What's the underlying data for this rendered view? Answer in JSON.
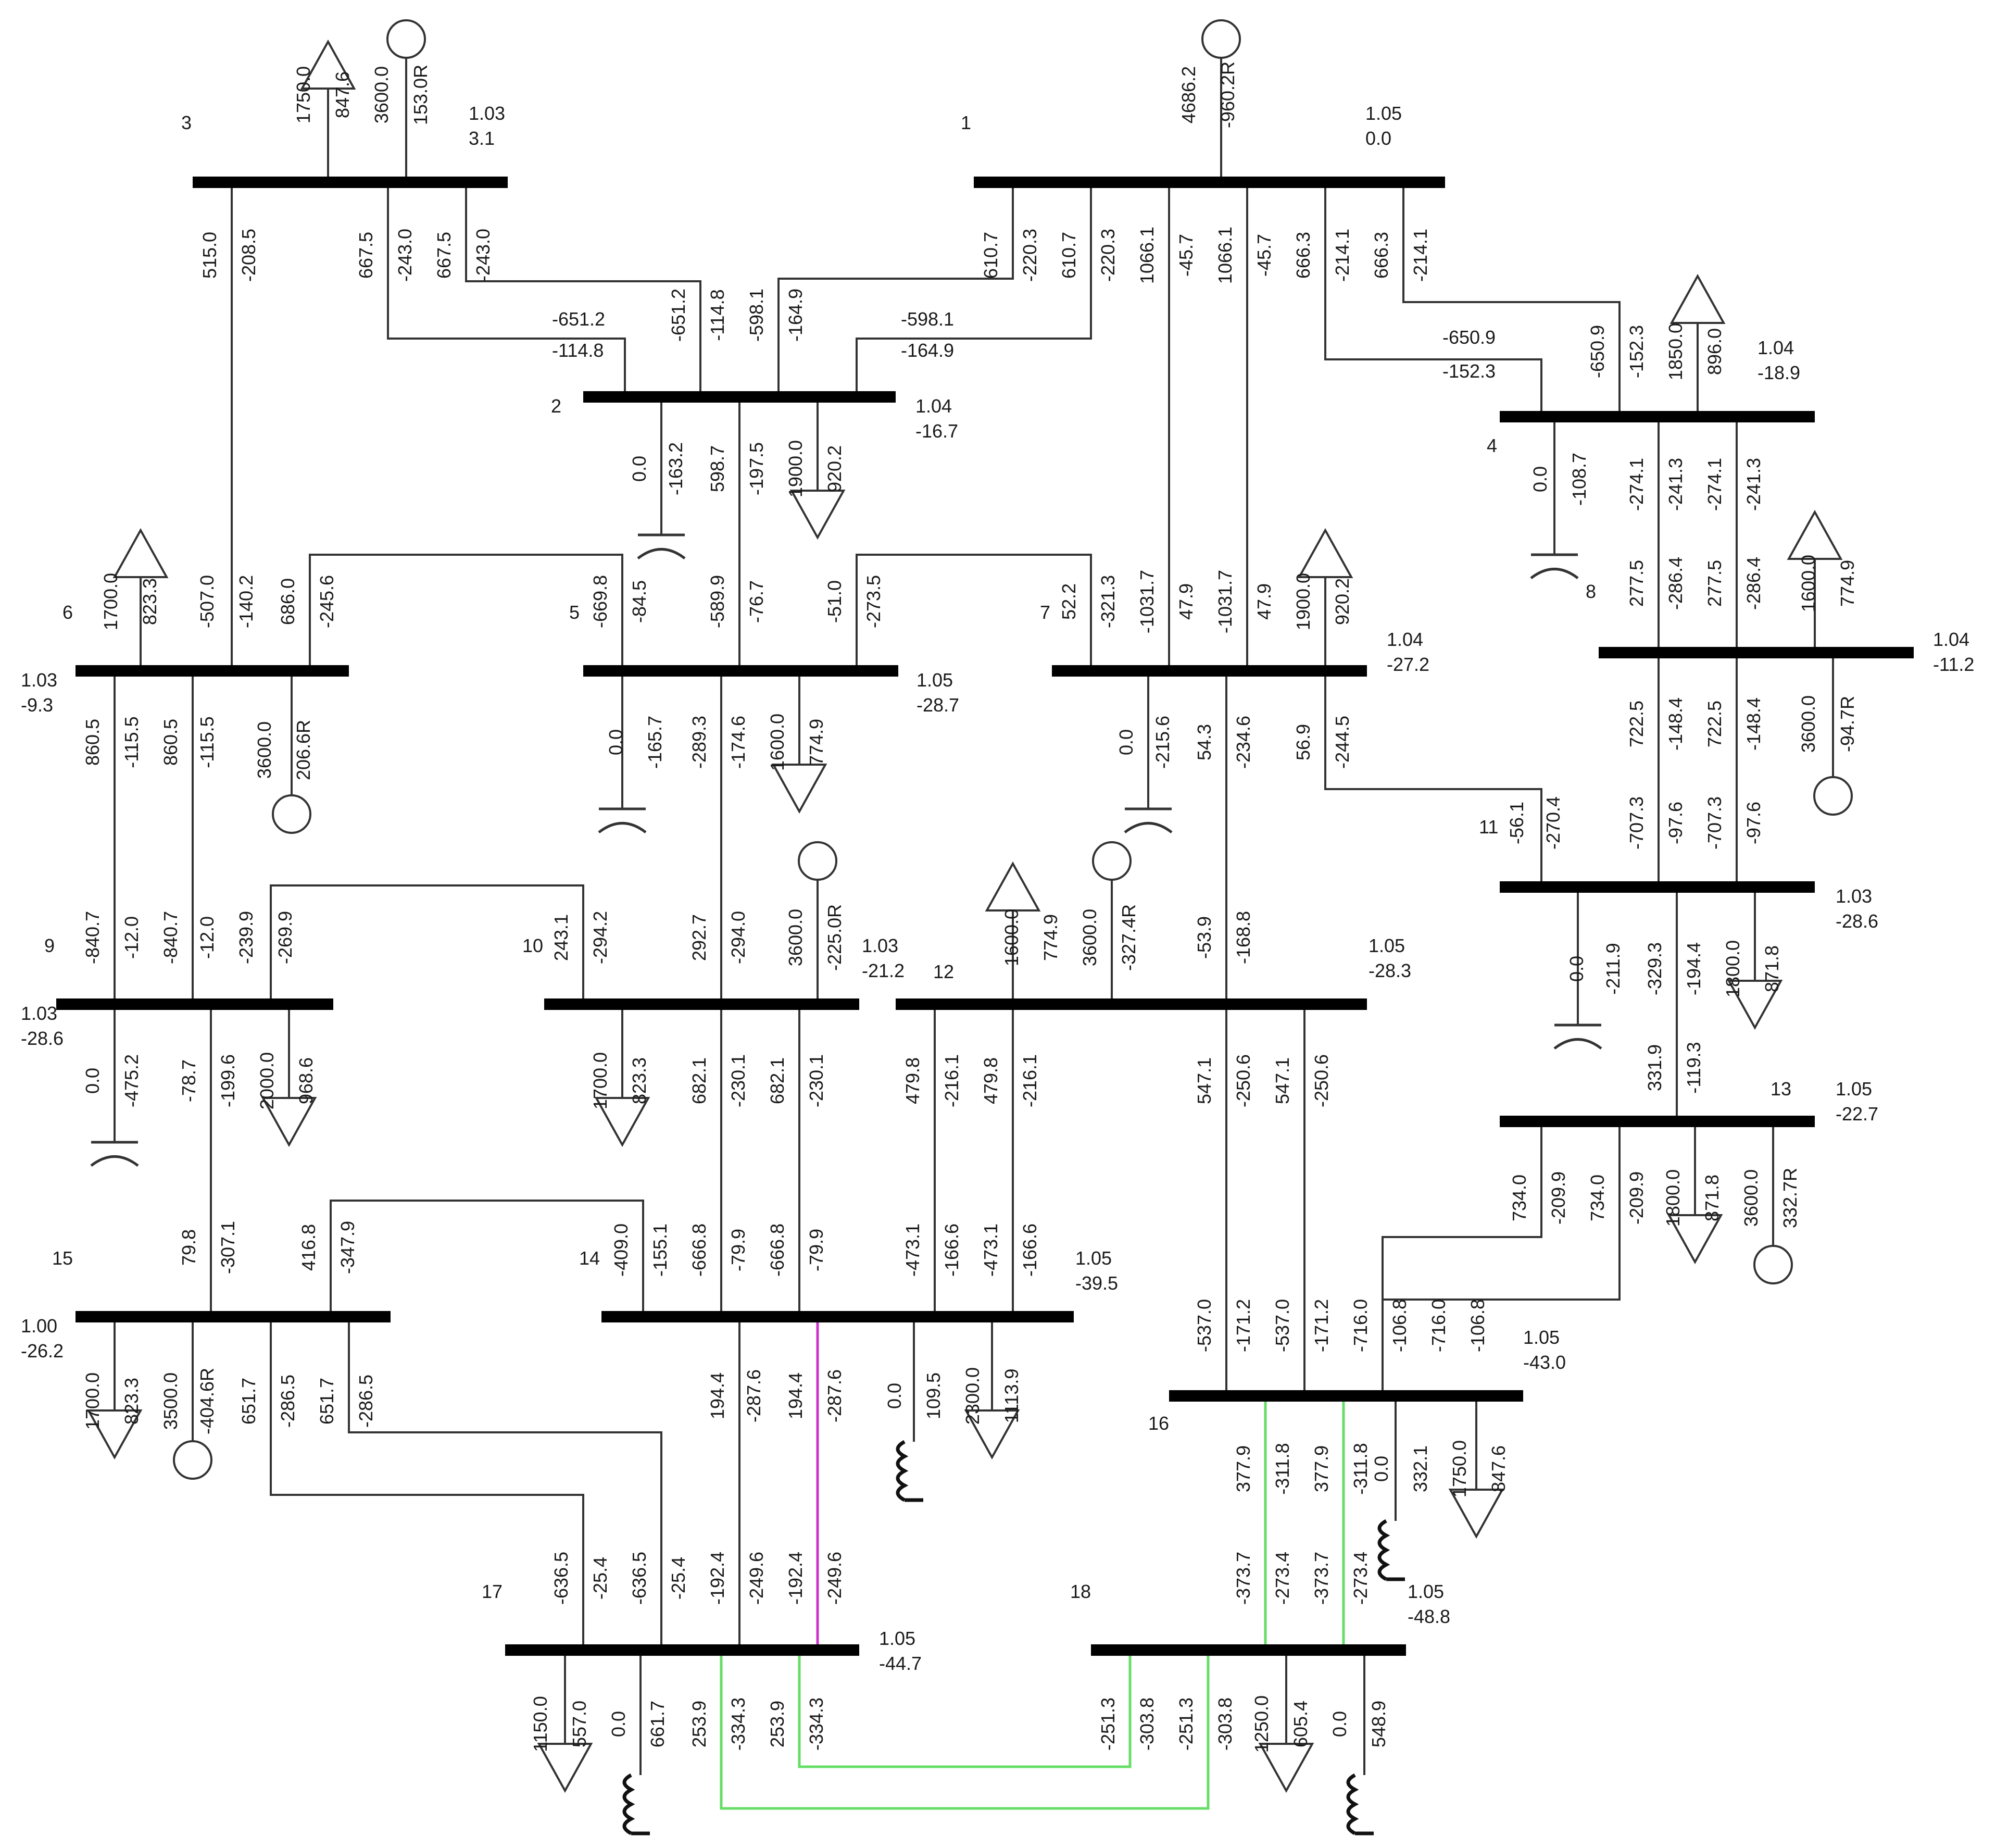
{
  "colors": {
    "background": "#ffffff",
    "bus": "#000000",
    "line": "#333333",
    "highlight_magenta": "#cc33cc",
    "highlight_green": "#66dd66"
  },
  "buses": [
    {
      "id": "b1",
      "number": "1",
      "voltage": "1.05",
      "angle": "0.0"
    },
    {
      "id": "b2",
      "number": "2",
      "voltage": "1.04",
      "angle": "-16.7"
    },
    {
      "id": "b3",
      "number": "3",
      "voltage": "1.03",
      "angle": "3.1"
    },
    {
      "id": "b4",
      "number": "4",
      "voltage": "1.04",
      "angle": "-18.9"
    },
    {
      "id": "b5",
      "number": "5",
      "voltage": "1.05",
      "angle": "-28.7"
    },
    {
      "id": "b6",
      "number": "6",
      "voltage": "1.03",
      "angle": "-9.3"
    },
    {
      "id": "b7",
      "number": "7",
      "voltage": "1.04",
      "angle": "-27.2"
    },
    {
      "id": "b8",
      "number": "8",
      "voltage": "1.04",
      "angle": "-11.2"
    },
    {
      "id": "b9",
      "number": "9",
      "voltage": "1.03",
      "angle": "-28.6"
    },
    {
      "id": "b10",
      "number": "10",
      "voltage": "1.03",
      "angle": "-21.2"
    },
    {
      "id": "b11",
      "number": "11",
      "voltage": "1.03",
      "angle": "-28.6"
    },
    {
      "id": "b12",
      "number": "12",
      "voltage": "1.05",
      "angle": "-28.3"
    },
    {
      "id": "b13",
      "number": "13",
      "voltage": "1.05",
      "angle": "-22.7"
    },
    {
      "id": "b14",
      "number": "14",
      "voltage": "1.05",
      "angle": "-39.5"
    },
    {
      "id": "b15",
      "number": "15",
      "voltage": "1.00",
      "angle": "-26.2"
    },
    {
      "id": "b16",
      "number": "16",
      "voltage": "1.05",
      "angle": "-43.0"
    },
    {
      "id": "b17",
      "number": "17",
      "voltage": "1.05",
      "angle": "-44.7"
    },
    {
      "id": "b18",
      "number": "18",
      "voltage": "1.05",
      "angle": "-48.8"
    }
  ],
  "flows": {
    "b3": [
      "1750.0",
      "847.6",
      "3600.0",
      "153.0R",
      "515.0",
      "-208.5",
      "667.5",
      "-243.0",
      "667.5",
      "-243.0"
    ],
    "b1": [
      "4686.2",
      "-960.2R",
      "610.7",
      "-220.3",
      "610.7",
      "-220.3",
      "1066.1",
      "-45.7",
      "1066.1",
      "-45.7",
      "666.3",
      "-214.1",
      "666.3",
      "-214.1"
    ],
    "b2": [
      "-651.2",
      "-114.8",
      "-651.2",
      "-114.8",
      "-598.1",
      "-164.9",
      "-598.1",
      "-164.9",
      "0.0",
      "-163.2",
      "598.7",
      "-197.5",
      "1900.0",
      "920.2"
    ],
    "b4": [
      "-650.9",
      "-152.3",
      "-650.9",
      "-152.3",
      "1850.0",
      "896.0",
      "0.0",
      "-108.7",
      "-274.1",
      "-241.3",
      "-274.1",
      "-241.3"
    ],
    "b8": [
      "277.5",
      "-286.4",
      "277.5",
      "-286.4",
      "1600.0",
      "774.9",
      "722.5",
      "-148.4",
      "722.5",
      "-148.4",
      "3600.0",
      "-94.7R"
    ],
    "b6": [
      "1700.0",
      "823.3",
      "-507.0",
      "-140.2",
      "686.0",
      "-245.6",
      "860.5",
      "-115.5",
      "860.5",
      "-115.5",
      "3600.0",
      "206.6R"
    ],
    "b5": [
      "-669.8",
      "-84.5",
      "-589.9",
      "-76.7",
      "-51.0",
      "-273.5",
      "0.0",
      "-165.7",
      "-289.3",
      "-174.6",
      "1600.0",
      "774.9"
    ],
    "b7": [
      "52.2",
      "-321.3",
      "-1031.7",
      "47.9",
      "-1031.7",
      "47.9",
      "1900.0",
      "920.2",
      "0.0",
      "-215.6",
      "54.3",
      "-234.6",
      "56.9",
      "-244.5"
    ],
    "b11": [
      "-56.1",
      "-270.4",
      "-707.3",
      "-97.6",
      "-707.3",
      "-97.6",
      "0.0",
      "-211.9",
      "-329.3",
      "-194.4",
      "1800.0",
      "871.8"
    ],
    "b9": [
      "-840.7",
      "-12.0",
      "-840.7",
      "-12.0",
      "-239.9",
      "-269.9",
      "0.0",
      "-475.2",
      "-78.7",
      "-199.6",
      "2000.0",
      "968.6"
    ],
    "b10": [
      "243.1",
      "-294.2",
      "292.7",
      "-294.0",
      "3600.0",
      "-225.0R",
      "1700.0",
      "823.3",
      "682.1",
      "-230.1",
      "682.1",
      "-230.1"
    ],
    "b12": [
      "1600.0",
      "774.9",
      "3600.0",
      "-327.4R",
      "-53.9",
      "-168.8",
      "479.8",
      "-216.1",
      "479.8",
      "-216.1",
      "547.1",
      "-250.6",
      "547.1",
      "-250.6"
    ],
    "b13": [
      "331.9",
      "-119.3",
      "734.0",
      "-209.9",
      "734.0",
      "-209.9",
      "1800.0",
      "871.8",
      "3600.0",
      "332.7R"
    ],
    "b15": [
      "79.8",
      "-307.1",
      "416.8",
      "-347.9",
      "1700.0",
      "823.3",
      "3500.0",
      "-404.6R",
      "651.7",
      "-286.5",
      "651.7",
      "-286.5"
    ],
    "b14": [
      "-409.0",
      "-155.1",
      "-666.8",
      "-79.9",
      "-666.8",
      "-79.9",
      "-473.1",
      "-166.6",
      "-473.1",
      "-166.6",
      "194.4",
      "-287.6",
      "194.4",
      "-287.6",
      "0.0",
      "109.5",
      "2300.0",
      "1113.9"
    ],
    "b16": [
      "-537.0",
      "-171.2",
      "-537.0",
      "-171.2",
      "-716.0",
      "-106.8",
      "-716.0",
      "-106.8",
      "377.9",
      "-311.8",
      "377.9",
      "-311.8",
      "0.0",
      "332.1",
      "1750.0",
      "847.6"
    ],
    "b17": [
      "-636.5",
      "-25.4",
      "-636.5",
      "-25.4",
      "-192.4",
      "-249.6",
      "-192.4",
      "-249.6",
      "1150.0",
      "557.0",
      "0.0",
      "661.7",
      "253.9",
      "-334.3",
      "253.9",
      "-334.3"
    ],
    "b18": [
      "-373.7",
      "-273.4",
      "-373.7",
      "-273.4",
      "-251.3",
      "-303.8",
      "-251.3",
      "-303.8",
      "1250.0",
      "605.4",
      "0.0",
      "548.9"
    ]
  }
}
